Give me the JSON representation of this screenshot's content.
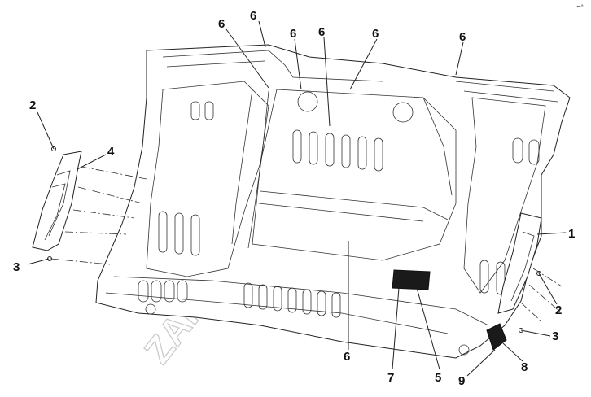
{
  "callouts": {
    "c1": "1",
    "c2_left": "2",
    "c2_right": "2",
    "c3_left": "3",
    "c3_right": "3",
    "c4": "4",
    "c5": "5",
    "c6_a": "6",
    "c6_b": "6",
    "c6_c": "6",
    "c6_d": "6",
    "c6_e": "6",
    "c6_f": "6",
    "c6_bottom": "6",
    "c7": "7",
    "c8": "8",
    "c9": "9"
  },
  "corner_mark": "⌐ᵃ",
  "watermark": "ZAPCHASTI"
}
